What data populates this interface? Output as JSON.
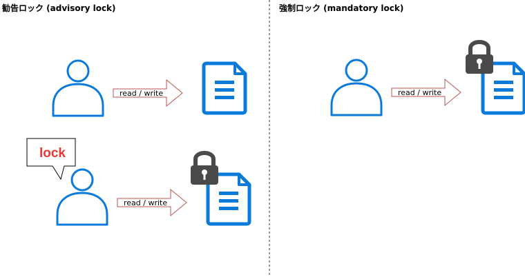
{
  "titles": {
    "advisory": "勧告ロック (advisory lock)",
    "mandatory": "強制ロック (mandatory lock)"
  },
  "arrows": {
    "label": "read / write"
  },
  "bubble": {
    "text": "lock"
  },
  "colors": {
    "user": "#0b7ad8",
    "document": "#0b7ad8",
    "lock": "#4a4a4a",
    "arrow_stroke": "#b85450",
    "bubble_text": "#e53935",
    "divider": "#333333"
  },
  "icons": [
    "user-icon",
    "arrow-icon",
    "document-icon",
    "lock-icon",
    "speech-bubble"
  ]
}
